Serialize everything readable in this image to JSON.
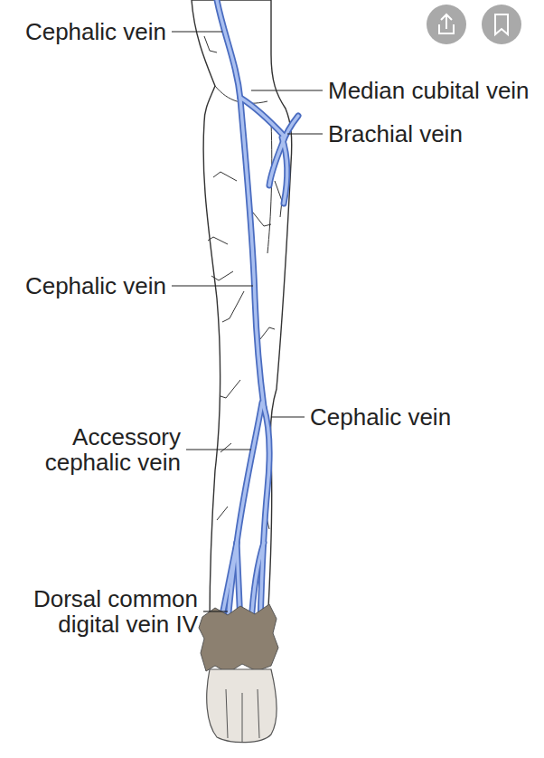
{
  "diagram": {
    "labels": [
      "Cephalic vein",
      "Median cubital vein",
      "Brachial vein",
      "Cephalic vein",
      "Cephalic vein",
      "Accessory cephalic vein",
      "Dorsal common digital vein IV"
    ]
  }
}
